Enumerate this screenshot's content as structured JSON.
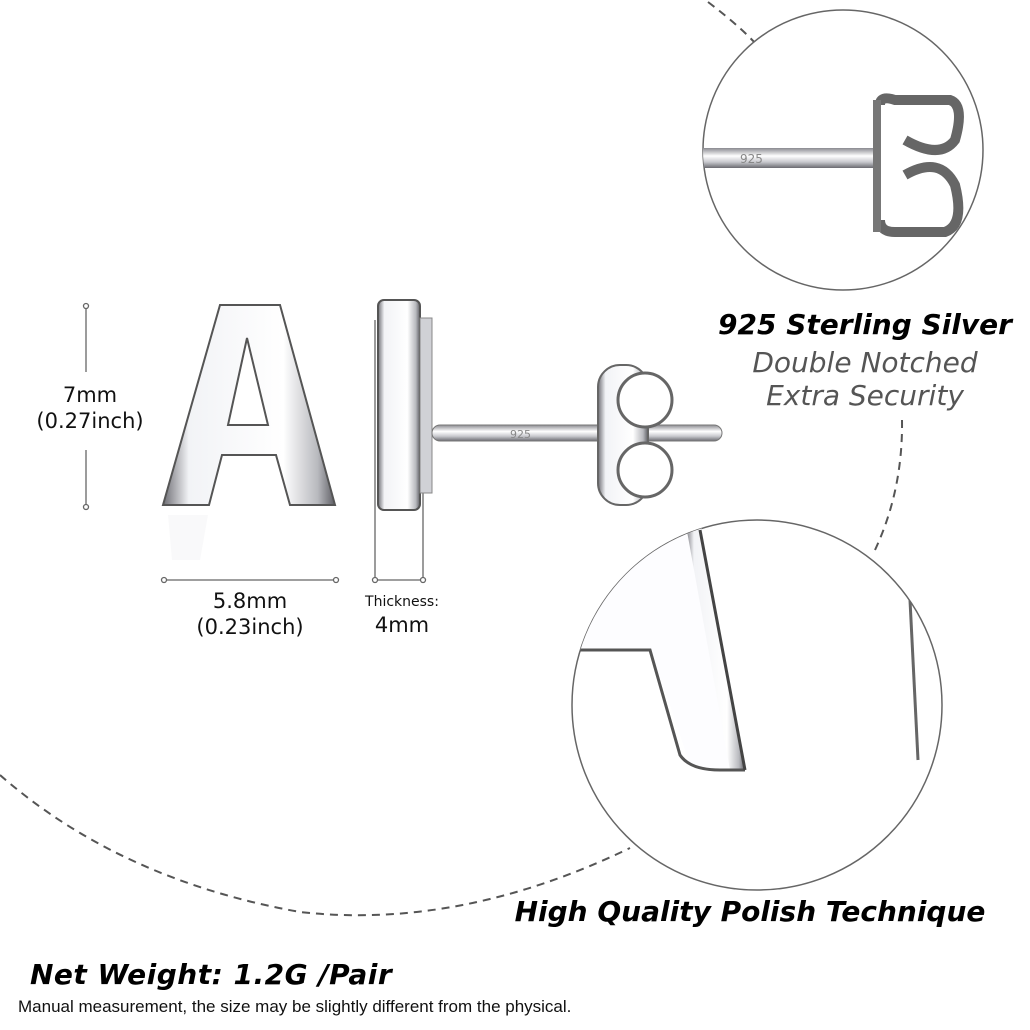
{
  "dimensions": {
    "height": {
      "mm": "7mm",
      "inch": "(0.27inch)"
    },
    "width": {
      "mm": "5.8mm",
      "inch": "(0.23inch)"
    },
    "thickness": {
      "label": "Thickness:",
      "value": "4mm"
    }
  },
  "features": {
    "material_title": "925 Sterling Silver",
    "material_sub1": "Double Notched",
    "material_sub2": "Extra Security",
    "polish_title": "High Quality Polish Technique"
  },
  "stamp": "925",
  "weight": {
    "title": "Net Weight: 1.2G /Pair",
    "note": "Manual measurement, the size may be slightly different from the physical."
  },
  "colors": {
    "line": "#555555",
    "silver_dark": "#7a7a80",
    "silver_light": "#f4f5f8"
  }
}
